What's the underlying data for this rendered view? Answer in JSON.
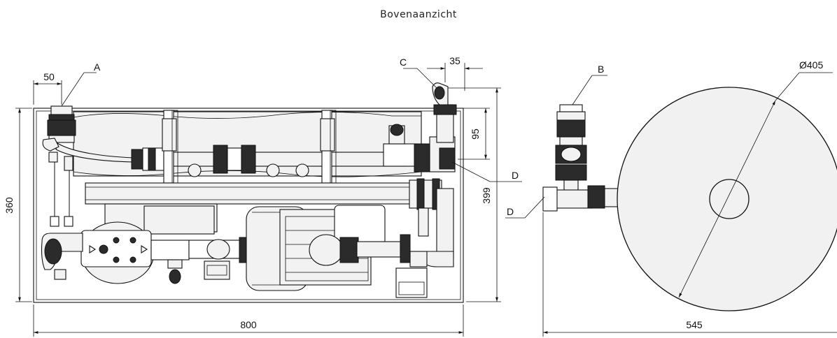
{
  "title": "Bovenaanzicht",
  "labels": {
    "A": "A",
    "B": "B",
    "C": "C",
    "D1": "D",
    "D2": "D"
  },
  "dimensions": {
    "d50": "50",
    "d35": "35",
    "d95": "95",
    "d360": "360",
    "d399": "399",
    "d800": "800",
    "d545": "545",
    "d405": "Ø405"
  }
}
